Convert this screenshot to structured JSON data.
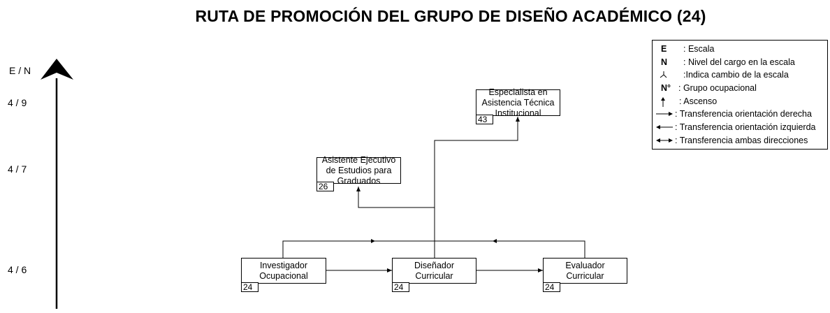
{
  "title": "RUTA DE PROMOCIÓN DEL GRUPO DE DISEÑO ACADÉMICO (24)",
  "axis": {
    "label": "E / N",
    "levels": [
      "4 / 9",
      "4 / 7",
      "4 / 6"
    ]
  },
  "positions": {
    "especialista": {
      "label": "Especialista en Asistencia Técnica Institucional",
      "group": "43"
    },
    "asistente": {
      "label": "Asistente Ejecutivo de Estudios para Graduados",
      "group": "26"
    },
    "investigador": {
      "label": "Investigador Ocupacional",
      "group": "24"
    },
    "disenador": {
      "label": "Diseñador Curricular",
      "group": "24"
    },
    "evaluador": {
      "label": "Evaluador Curricular",
      "group": "24"
    }
  },
  "legend": [
    {
      "symbol": "E",
      "text": ": Escala"
    },
    {
      "symbol": "N",
      "text": ": Nivel del cargo en la escala"
    },
    {
      "symbol": "change-scale-icon",
      "text": ":Indica cambio de la escala"
    },
    {
      "symbol": "N°",
      "text": ": Grupo ocupacional"
    },
    {
      "symbol": "up-arrow-icon",
      "text": ": Ascenso"
    },
    {
      "symbol": "right-arrow-icon",
      "text": ": Transferencia orientación derecha"
    },
    {
      "symbol": "left-arrow-icon",
      "text": ": Transferencia orientación izquierda"
    },
    {
      "symbol": "both-arrow-icon",
      "text": ": Transferencia ambas direcciones"
    }
  ]
}
